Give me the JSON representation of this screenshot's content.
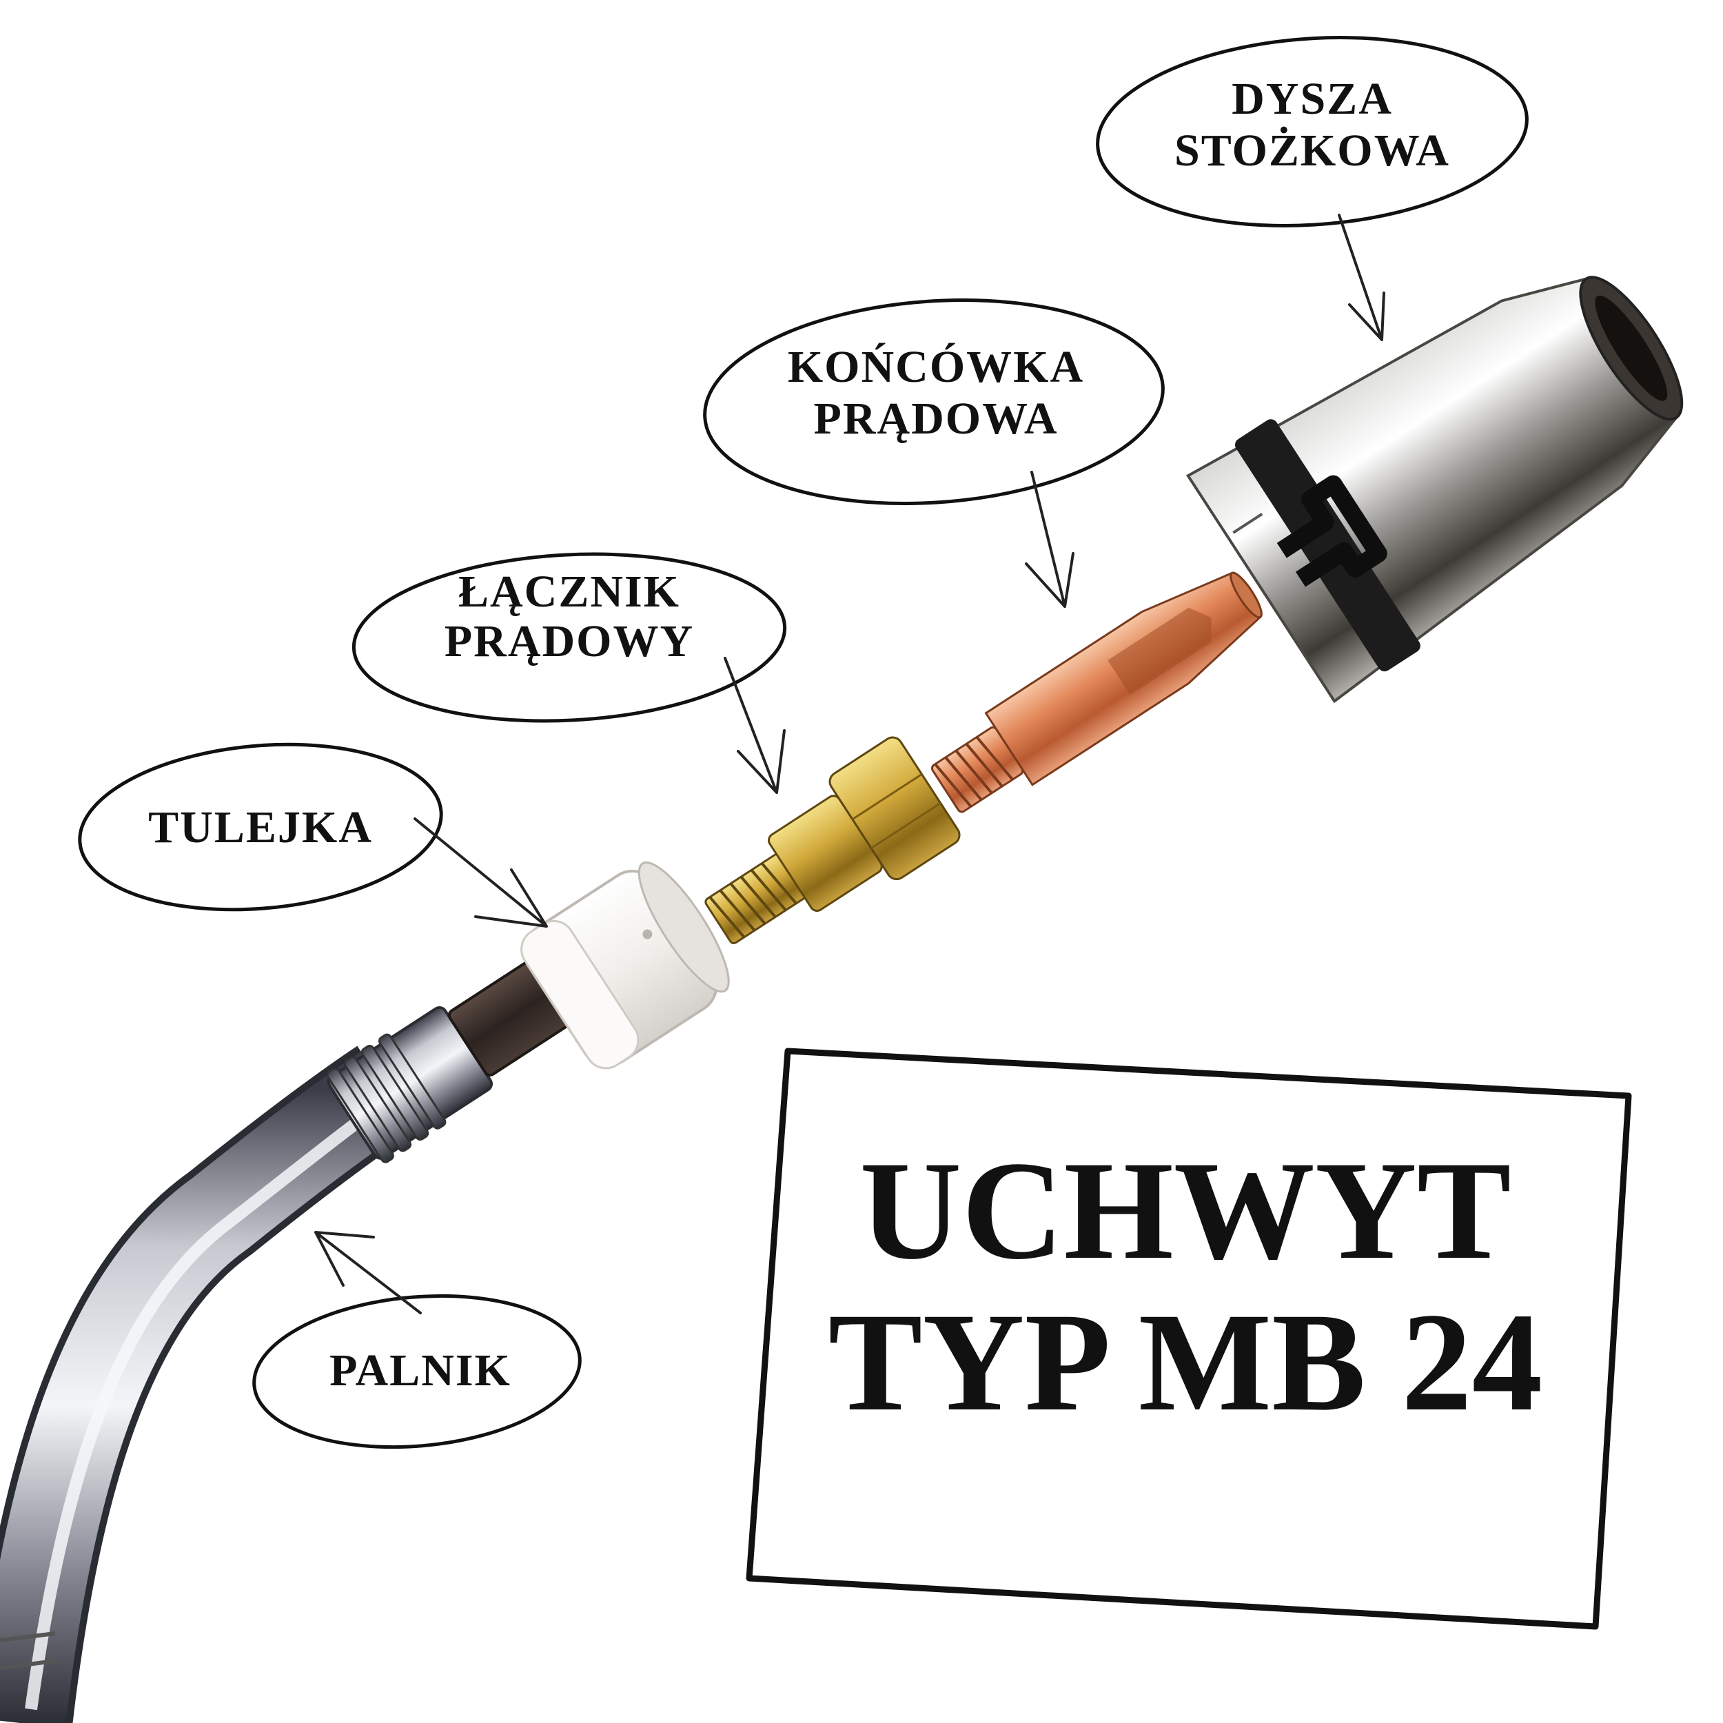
{
  "callouts": {
    "dysza": {
      "line1": "DYSZA",
      "line2": "STOŻKOWA"
    },
    "koncowka": {
      "line1": "KOŃCÓWKA",
      "line2": "PRĄDOWA"
    },
    "lacznik": {
      "line1": "ŁĄCZNIK",
      "line2": "PRĄDOWY"
    },
    "tulejka": {
      "line1": "TULEJKA"
    },
    "palnik": {
      "line1": "PALNIK"
    }
  },
  "title": {
    "line1": "UCHWYT",
    "line2": "TYP MB 24"
  },
  "colors": {
    "background": "#ffffff",
    "ink": "#111111",
    "copper": "#e3895b",
    "brass": "#d2aa3c",
    "chrome": "#c8cad2",
    "ceramic": "#f1efeb"
  }
}
